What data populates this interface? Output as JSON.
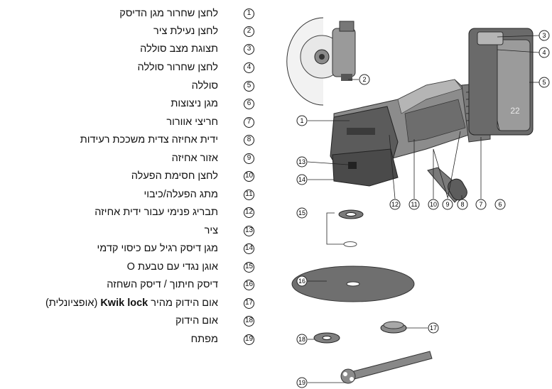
{
  "legend": [
    {
      "num": "1",
      "label": "לחצן שחרור מגן הדיסק"
    },
    {
      "num": "2",
      "label": "לחצן נעילת ציר"
    },
    {
      "num": "3",
      "label": "תצוגת מצב סוללה"
    },
    {
      "num": "4",
      "label": "לחצן שחרור סוללה"
    },
    {
      "num": "5",
      "label": "סוללה"
    },
    {
      "num": "6",
      "label": "מגן ניצוצות"
    },
    {
      "num": "7",
      "label": "חריצי אוורור"
    },
    {
      "num": "8",
      "label": "ידית אחיזה צדית משככת רעידות"
    },
    {
      "num": "9",
      "label": "אזור אחיזה"
    },
    {
      "num": "10",
      "label": "לחצן חסימת הפעלה"
    },
    {
      "num": "11",
      "label": "מתג הפעלה/כיבוי"
    },
    {
      "num": "12",
      "label": "תבריג פנימי עבור ידית אחיזה"
    },
    {
      "num": "13",
      "label": "ציר"
    },
    {
      "num": "14",
      "label": "מגן דיסק רגיל עם כיסוי קדמי"
    },
    {
      "num": "15",
      "label": "אוגן נגדי עם טבעת O"
    },
    {
      "num": "16",
      "label": "דיסק חיתוך / דיסק השחזה"
    },
    {
      "num": "17",
      "label_pre": "אום הידוק מהיר",
      "label_bold": "Kwik lock",
      "label_post": "(אופציונלית)"
    },
    {
      "num": "18",
      "label": "אום הידוק"
    },
    {
      "num": "19",
      "label": "מפתח"
    }
  ],
  "callouts": {
    "c1": "1",
    "c2": "2",
    "c3": "3",
    "c4": "4",
    "c5": "5",
    "c6": "6",
    "c7": "7",
    "c8": "8",
    "c9": "9",
    "c10": "10",
    "c11": "11",
    "c12": "12",
    "c13": "13",
    "c14": "14",
    "c15": "15",
    "c16": "16",
    "c17": "17",
    "c18": "18",
    "c19": "19"
  },
  "battery_text": "22"
}
